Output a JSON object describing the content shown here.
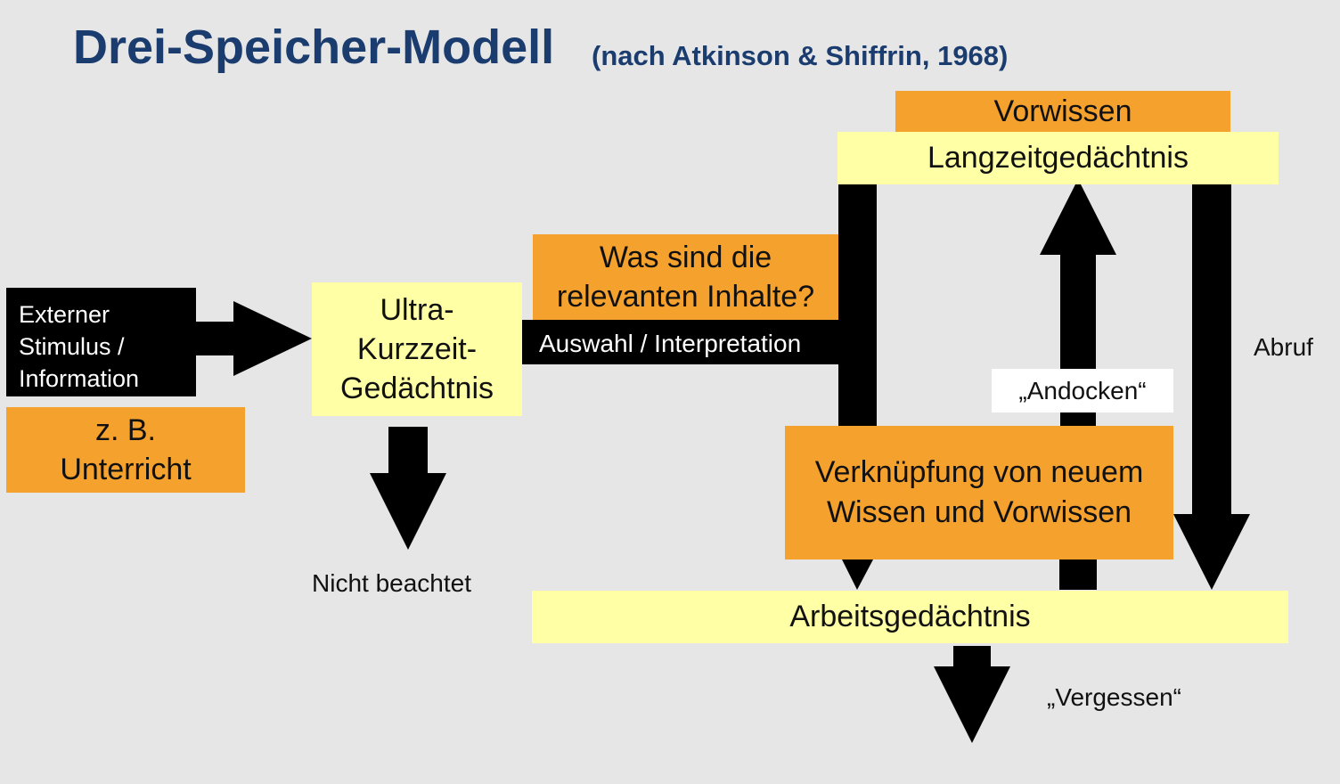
{
  "title": {
    "main": "Drei-Speicher-Modell",
    "sub": "(nach Atkinson & Shiffrin, 1968)"
  },
  "nodes": {
    "external_stimulus": "Externer\nStimulus /\nInformation",
    "example": "z. B.\nUnterricht",
    "ultra_short_memory": "Ultra-\nKurzzeit-\nGedächtnis",
    "relevant_question": "Was sind die\nrelevanten Inhalte?",
    "selection": "Auswahl / Interpretation",
    "prior_knowledge": "Vorwissen",
    "long_term_memory": "Langzeitgedächtnis",
    "linking": "Verknüpfung von neuem\nWissen und Vorwissen",
    "working_memory": "Arbeitsgedächtnis",
    "docking": "„Andocken“"
  },
  "labels": {
    "ignored": "Nicht beachtet",
    "retrieval": "Abruf",
    "forgetting": "„Vergessen“"
  },
  "colors": {
    "title": "#1a3c6e",
    "yellow": "#ffffa6",
    "orange": "#f4a12e",
    "black": "#000000",
    "background": "#e6e6e6"
  }
}
